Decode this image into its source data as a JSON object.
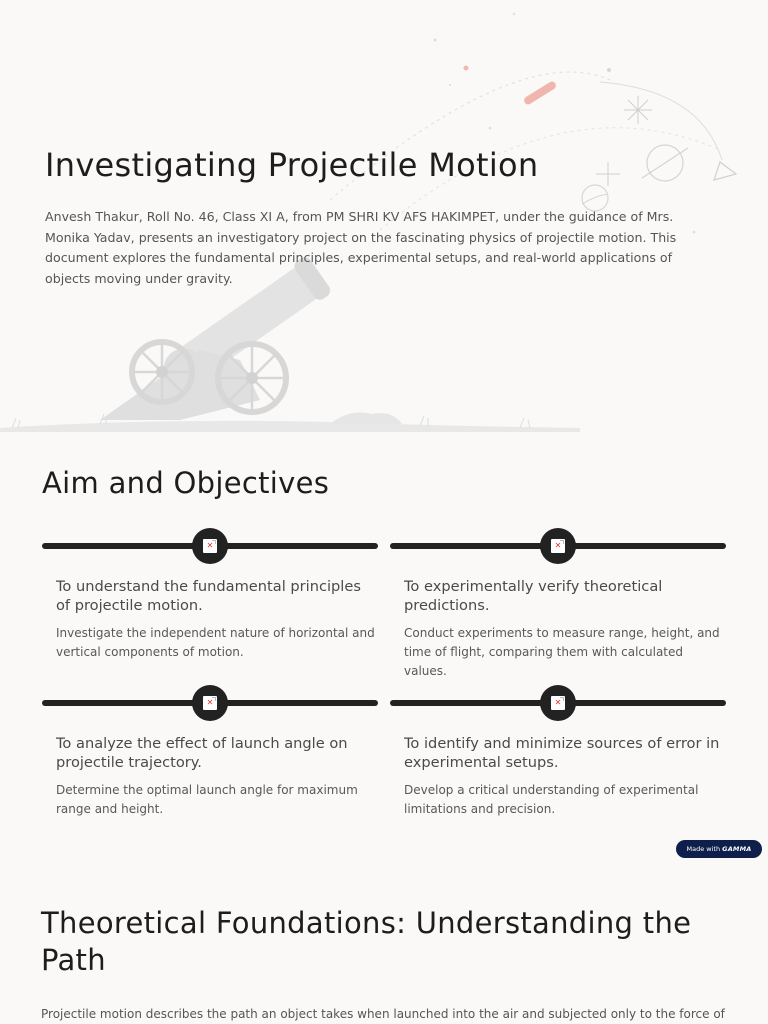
{
  "hero": {
    "title": "Investigating Projectile Motion",
    "description": "Anvesh Thakur, Roll No. 46, Class XI A, from PM SHRI KV AFS HAKIMPET, under the guidance of Mrs. Monika Yadav, presents an investigatory project on the fascinating physics of projectile motion. This document explores the fundamental principles, experimental setups, and real-world applications of objects moving under gravity.",
    "illustration": "cannon-and-trajectory-illustration"
  },
  "aim": {
    "title": "Aim and Objectives",
    "objectives": [
      {
        "heading": "To understand the fundamental principles of projectile motion.",
        "body": "Investigate the independent nature of horizontal and vertical components of motion.",
        "icon": "broken-image-icon"
      },
      {
        "heading": "To experimentally verify theoretical predictions.",
        "body": "Conduct experiments to measure range, height, and time of flight, comparing them with calculated values.",
        "icon": "broken-image-icon"
      },
      {
        "heading": "To analyze the effect of launch angle on projectile trajectory.",
        "body": "Determine the optimal launch angle for maximum range and height.",
        "icon": "broken-image-icon"
      },
      {
        "heading": "To identify and minimize sources of error in experimental setups.",
        "body": "Develop a critical understanding of experimental limitations and precision.",
        "icon": "broken-image-icon"
      }
    ]
  },
  "badge": {
    "prefix": "Made with",
    "brand": "GAMMA",
    "color": "#0d1f4a"
  },
  "theory": {
    "title": "Theoretical Foundations: Understanding the Path",
    "body": "Projectile motion describes the path an object takes when launched into the air and subjected only to the force of"
  },
  "colors": {
    "background": "#faf9f7",
    "text": "#1d1d1d",
    "muted_text": "#555555",
    "timeline_bar": "#222222",
    "accent_rocket": "#f0b5ad"
  }
}
